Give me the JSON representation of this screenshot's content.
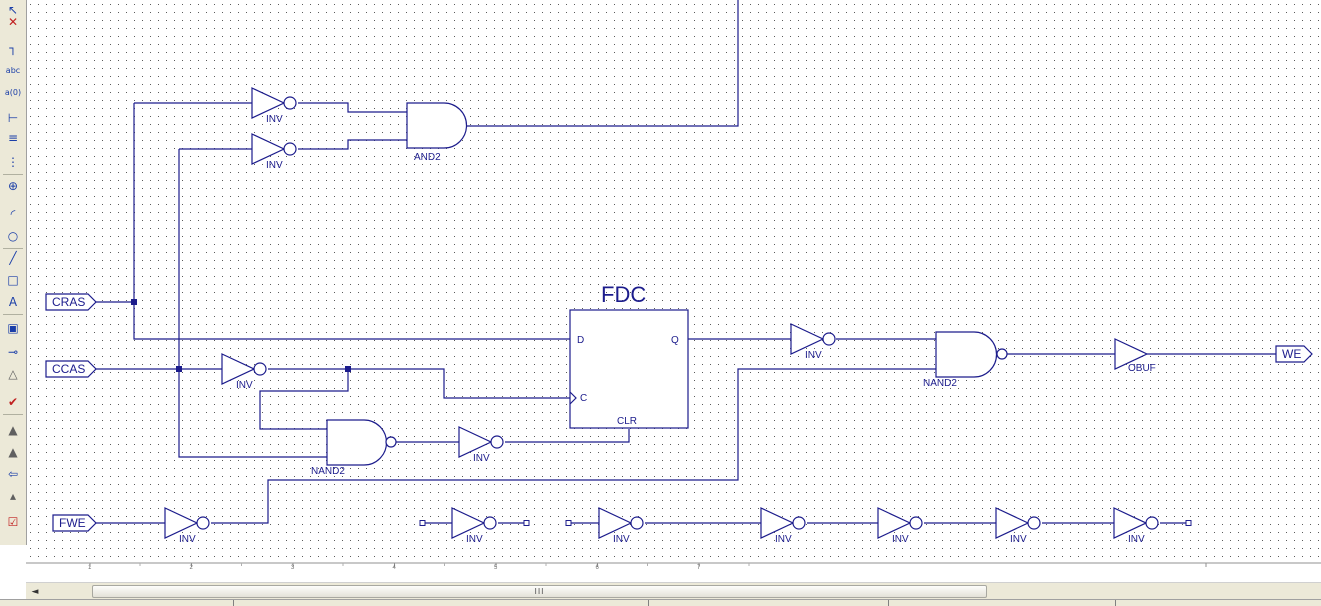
{
  "toolbar": {
    "tools": [
      "select-tool-icon",
      "add-symbol-icon",
      "add-wire-icon",
      "add-net-name-icon",
      "rename-bus-icon",
      "add-bus-tap-icon",
      "add-io-marker-icon",
      "add-bus-icon",
      "add-probe-icon",
      "arc-tool-icon",
      "circle-tool-icon",
      "line-tool-icon",
      "rectangle-tool-icon",
      "text-tool-icon",
      "add-image-icon",
      "add-pin-icon",
      "up-hierarchy-icon",
      "check-schematic-icon",
      "push-into-symbol-icon",
      "pop-symbol-icon",
      "back-icon",
      "hierarchy-icon",
      "verify-icon"
    ]
  },
  "schematic": {
    "ports": {
      "cras": "CRAS",
      "ccas": "CCAS",
      "fwe": "FWE",
      "we": "WE"
    },
    "components": {
      "inv": "INV",
      "and2": "AND2",
      "nand2": "NAND2",
      "obuf": "OBUF",
      "fdc_title": "FDC",
      "fdc_d": "D",
      "fdc_q": "Q",
      "fdc_c": "C",
      "fdc_clr": "CLR"
    },
    "ruler_ticks": [
      "1",
      "2",
      "3",
      "4",
      "5",
      "6",
      "7"
    ]
  },
  "scrollbar": {
    "left_arrow": "◄",
    "thumb_grip": "III"
  },
  "colors": {
    "wire": "#1c1c8c",
    "canvas_bg": "#ffffff",
    "grid_dot": "#5a5a5a",
    "toolbar_bg": "#ece9d8"
  }
}
